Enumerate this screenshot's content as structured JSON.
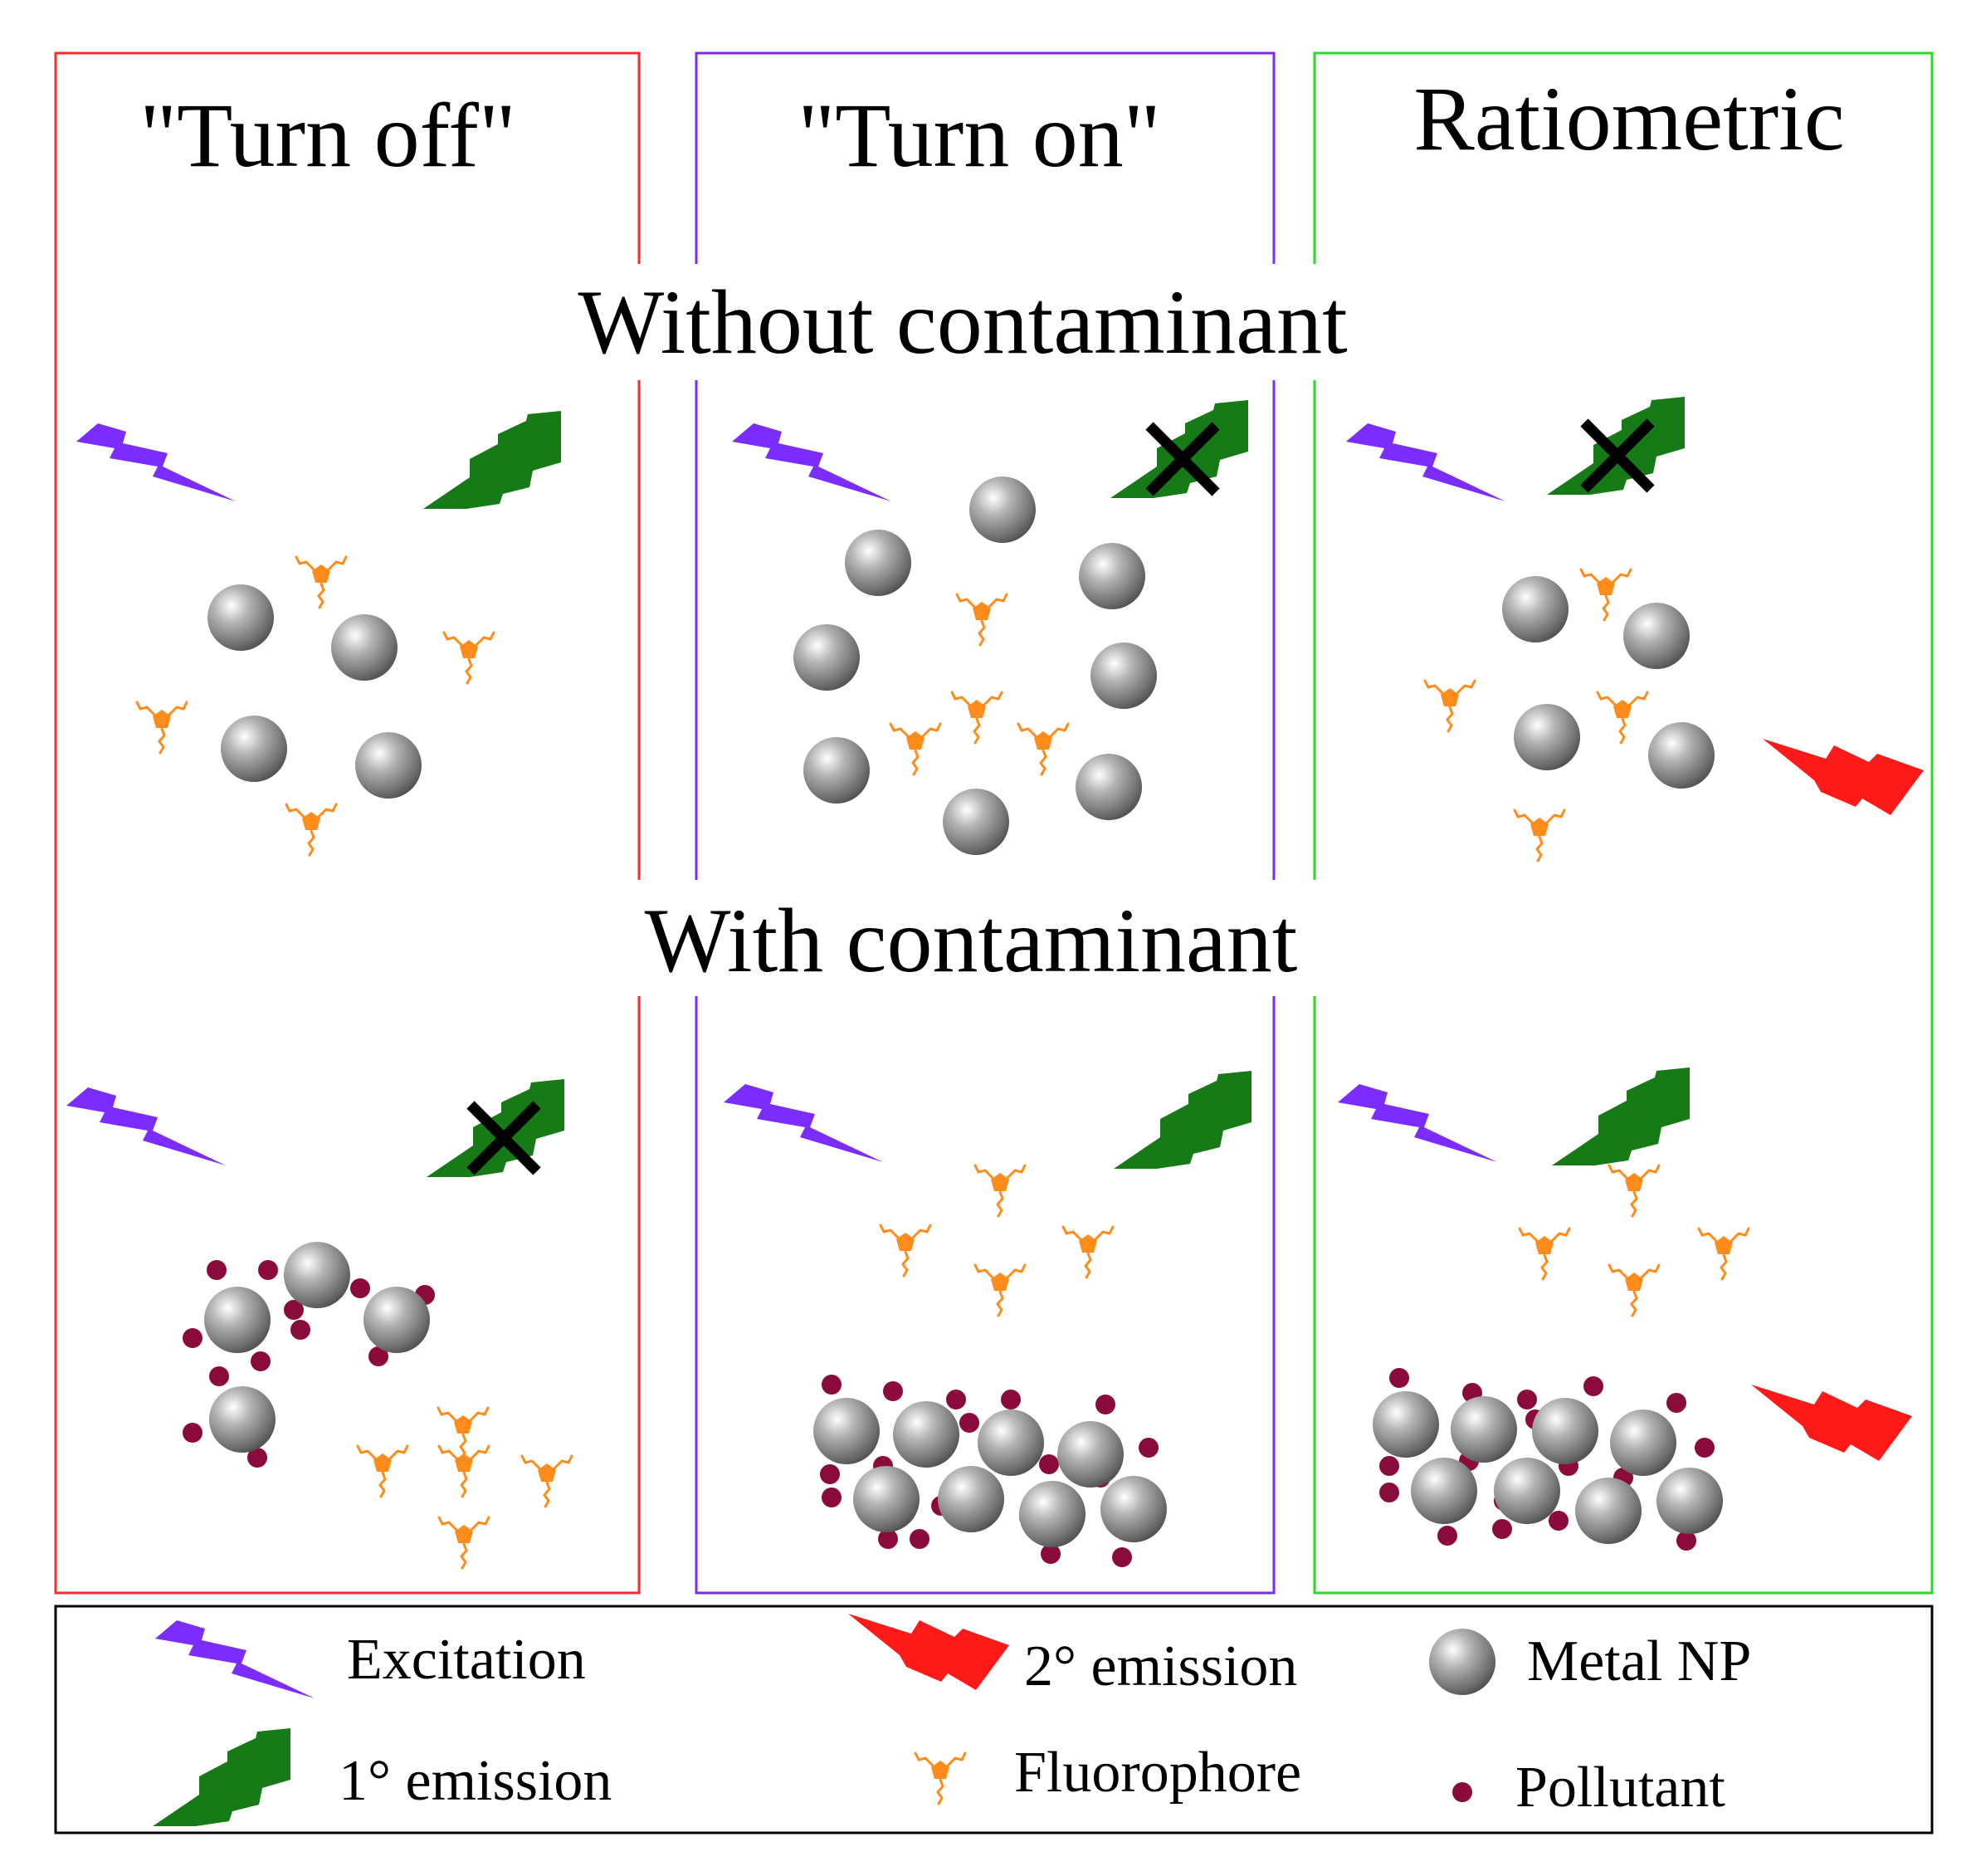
{
  "panels": [
    {
      "title": "\"Turn off\"",
      "border_color": "#ff2a2a"
    },
    {
      "title": "\"Turn on\"",
      "border_color": "#7a2aff"
    },
    {
      "title": "Ratiometric",
      "border_color": "#22dd22"
    }
  ],
  "rows": {
    "top": "Without contaminant",
    "bottom": "With contaminant"
  },
  "legend": {
    "excitation": "Excitation",
    "primary_emission": "1° emission",
    "secondary_emission": "2° emission",
    "fluorophore": "Fluorophore",
    "metal_np": "Metal NP",
    "pollutant": "Pollutant"
  },
  "colors": {
    "excitation": "#7b2cff",
    "primary_emission": "#167a16",
    "secondary_emission": "#ff1a1a",
    "fluorophore": "#ff8c1a",
    "pollutant": "#8b0a3c",
    "metal_np": "#8a8a8a"
  },
  "icons": [
    "excitation-bolt-icon",
    "primary-emission-bolt-icon",
    "secondary-emission-bolt-icon",
    "blocked-x-icon",
    "metal-np-icon",
    "fluorophore-icon",
    "pollutant-icon"
  ]
}
